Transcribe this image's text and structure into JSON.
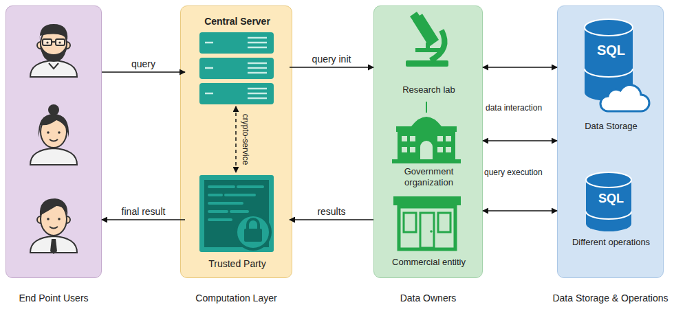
{
  "diagram": {
    "nodes": [
      {
        "text": [
          "End Point Users"
        ]
      },
      {
        "text": [
          "Computation Layer"
        ]
      },
      {
        "text": [
          "Central Server"
        ],
        "in": 1
      },
      {
        "text": [
          "Trusted Party"
        ],
        "in": 1
      },
      {
        "text": [
          "Data Owners"
        ]
      },
      {
        "text": [
          "Research lab"
        ],
        "in": 4
      },
      {
        "text": [
          "Government organization"
        ],
        "in": 4
      },
      {
        "text": [
          "Commercial entitiy"
        ],
        "in": 4
      },
      {
        "text": [
          "Data Storage & Operations"
        ]
      },
      {
        "text": [
          "SQL",
          "Data Storage"
        ],
        "in": 8
      },
      {
        "text": [
          "SQL",
          "Different operations"
        ],
        "in": 8
      }
    ],
    "edges": [
      {
        "from": 0,
        "to": 2,
        "label": "query",
        "arrow": "to"
      },
      {
        "from": 2,
        "to": 4,
        "label": "query init",
        "arrow": "to"
      },
      {
        "from": 2,
        "to": 3,
        "label": "crypto-service",
        "arrow": "both"
      },
      {
        "from": 4,
        "to": 3,
        "label": "results",
        "arrow": "to"
      },
      {
        "from": 3,
        "to": 0,
        "label": "final result",
        "arrow": "to"
      },
      {
        "from": 4,
        "to": 8,
        "arrow": "both"
      },
      {
        "from": 4,
        "to": 8,
        "arrow": "both"
      },
      {
        "from": 4,
        "to": 8,
        "arrow": "both"
      }
    ],
    "labels": [
      "data interaction",
      "query execution"
    ]
  }
}
